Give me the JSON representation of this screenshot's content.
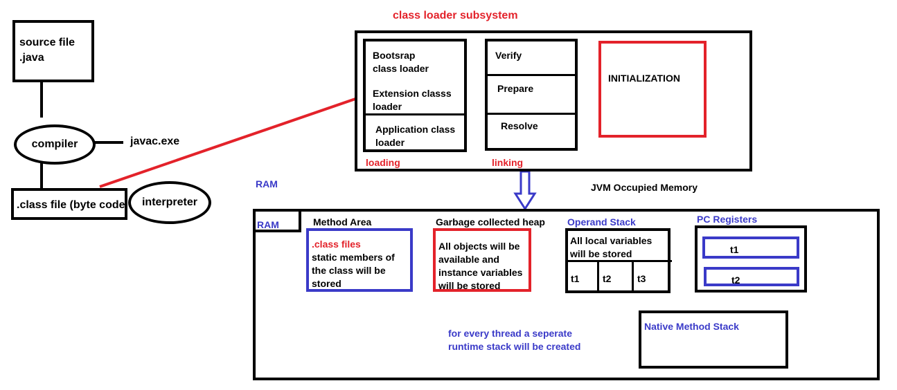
{
  "colors": {
    "red": "#e3222a",
    "blue": "#3a3ac8",
    "black": "#000000"
  },
  "left": {
    "source_file": [
      "source file",
      ".java"
    ],
    "compiler": "compiler",
    "javac": "javac.exe",
    "class_file": ".class file (byte code)",
    "interpreter": "interpreter"
  },
  "class_loader": {
    "title": "class loader subsystem",
    "loaders": [
      [
        "Bootsrap",
        "class loader"
      ],
      [
        "Extension classs",
        "loader"
      ],
      [
        "Application class",
        "loader"
      ]
    ],
    "loading_label": "loading",
    "linking": [
      "Verify",
      "Prepare",
      "Resolve"
    ],
    "linking_label": "linking",
    "initialization": "INITIALIZATION"
  },
  "ram_label_outside": "RAM",
  "jvm_memory_label": "JVM Occupied Memory",
  "ram": {
    "label": "RAM",
    "method_area": {
      "title": "Method Area",
      "highlight": ".class files",
      "lines": [
        "static members of",
        "the class will be",
        "stored"
      ]
    },
    "heap": {
      "title": "Garbage collected heap",
      "lines": [
        "All objects will be",
        "available and",
        "instance variables",
        "will be stored"
      ]
    },
    "operand_stack": {
      "title": "Operand Stack",
      "lines": [
        "All local variables",
        "will be stored"
      ],
      "cells": [
        "t1",
        "t2",
        "t3"
      ]
    },
    "pc_registers": {
      "title": "PC Registers",
      "items": [
        "t1",
        "t2"
      ]
    },
    "thread_note": [
      "for every thread a seperate",
      "runtime stack will be created"
    ],
    "native_stack": "Native Method Stack"
  }
}
